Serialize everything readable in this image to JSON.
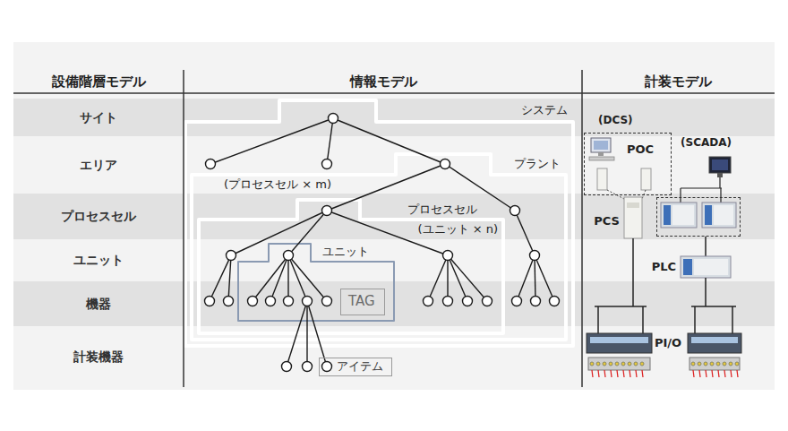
{
  "diagram": {
    "nodes": [
      {
        "text": [
          "サイト"
        ]
      },
      {
        "text": [
          "エリア"
        ]
      },
      {
        "text": [
          "プロセスセル"
        ]
      },
      {
        "text": [
          "ユニット"
        ]
      },
      {
        "text": [
          "機器"
        ]
      },
      {
        "text": [
          "計装機器"
        ]
      },
      {
        "text": [
          "システム"
        ]
      },
      {
        "text": [
          "プラント",
          "(プロセスセル × m)"
        ],
        "in": 6
      },
      {
        "text": [
          "プロセスセル",
          "(ユニット × n)"
        ],
        "in": 7
      },
      {
        "text": [
          "ユニット"
        ],
        "in": 8
      },
      {
        "text": [
          "TAG"
        ],
        "in": 9
      },
      {
        "text": [
          "アイテム"
        ]
      },
      {
        "text": [
          "(DCS)",
          "POC"
        ]
      },
      {
        "text": [
          "(SCADA)"
        ]
      }
    ],
    "labels": [
      "設備階層モデル",
      "情報モデル",
      "計装モデル",
      "PCS",
      "PLC",
      "PI/O"
    ]
  }
}
